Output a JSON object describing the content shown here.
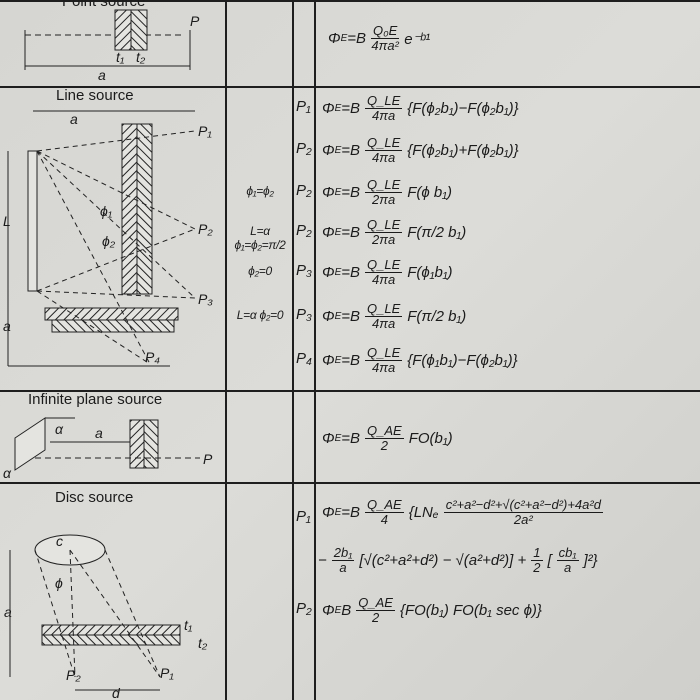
{
  "point_source": {
    "title": "Point source",
    "label_p": "P",
    "label_a": "a",
    "label_t1": "t₁",
    "label_t2": "t₂",
    "formula": {
      "lhs": "Φ",
      "sub": "E",
      "eq": "=B",
      "num": "Q₀E",
      "den": "4πa²",
      "rest": "e⁻ᵇ¹"
    }
  },
  "line_source": {
    "title": "Line source",
    "label_a": "a",
    "label_a2": "a",
    "label_L": "L",
    "label_p1": "P₁",
    "label_p2": "P₂",
    "label_p3": "P₃",
    "label_p4": "P₄",
    "label_phi1": "ϕ₁",
    "label_phi2": "ϕ₂",
    "rows": [
      {
        "cond": "",
        "pt": "P₁",
        "lhs": "Φ",
        "sub": "E",
        "eq": "=B",
        "num": "Q_LE",
        "den": "4πa",
        "rest": "{F(ϕ₂b₁)−F(ϕ₂b₁)}"
      },
      {
        "cond": "",
        "pt": "P₂",
        "lhs": "Φ",
        "sub": "E",
        "eq": "=B",
        "num": "Q_LE",
        "den": "4πa",
        "rest": "{F(ϕ₂b₁)+F(ϕ₂b₁)}"
      },
      {
        "cond": "ϕ₁=ϕ₂",
        "pt": "P₂",
        "lhs": "Φ",
        "sub": "E",
        "eq": "=B",
        "num": "Q_LE",
        "den": "2πa",
        "rest": "F(ϕ b₁)"
      },
      {
        "cond": "L=α ϕ₁=ϕ₂=π/2",
        "pt": "P₂",
        "lhs": "Φ",
        "sub": "E",
        "eq": "=B",
        "num": "Q_LE",
        "den": "2πa",
        "rest": "F(π/2 b₁)"
      },
      {
        "cond": "ϕ₂=0",
        "pt": "P₃",
        "lhs": "Φ",
        "sub": "E",
        "eq": "=B",
        "num": "Q_LE",
        "den": "4πa",
        "rest": "F(ϕ₁b₁)"
      },
      {
        "cond": "L=α ϕ₂=0",
        "pt": "P₃",
        "lhs": "Φ",
        "sub": "E",
        "eq": "=B",
        "num": "Q_LE",
        "den": "4πa",
        "rest": "F(π/2 b₁)"
      },
      {
        "cond": "",
        "pt": "P₄",
        "lhs": "Φ",
        "sub": "E",
        "eq": "=B",
        "num": "Q_LE",
        "den": "4πa",
        "rest": "{F(ϕ₁b₁)−F(ϕ₂b₁)}"
      }
    ]
  },
  "plane_source": {
    "title": "Infinite plane source",
    "label_a": "α",
    "label_a2": "a",
    "label_a3": "α",
    "label_p": "P",
    "formula": {
      "lhs": "Φ",
      "sub": "E",
      "eq": "=B",
      "num": "Q_AE",
      "den": "2",
      "rest": "FO(b₁)"
    }
  },
  "disc_source": {
    "title": "Disc source",
    "label_c": "c",
    "label_phi": "ϕ",
    "label_a": "a",
    "label_p1": "P₁",
    "label_p2": "P₂",
    "label_d": "d",
    "label_t1": "t₁",
    "label_t2": "t₂",
    "p1": {
      "pt": "P₁",
      "lhs": "Φ",
      "sub": "E",
      "eq": "=B",
      "num": "Q_AE",
      "den": "4",
      "ln": "{LNₑ",
      "ln_num": "c²+a²−d²+√(c²+a²−d²)+4a²d",
      "ln_den": "2a²",
      "line2_pre": "−",
      "line2_num": "2b₁",
      "line2_den": "a",
      "line2_mid": "[√(c²+a²+d²) − √(a²+d²)] +",
      "half_num": "1",
      "half_den": "2",
      "line2_end_num": "cb₁",
      "line2_end_den": "a",
      "line2_close": "]²}"
    },
    "p2": {
      "pt": "P₂",
      "lhs": "Φ",
      "sub": "E",
      "eq": " B",
      "num": "Q_AE",
      "den": "2",
      "rest": "{FO(b₁) FO(b₁ sec ϕ)}"
    }
  }
}
